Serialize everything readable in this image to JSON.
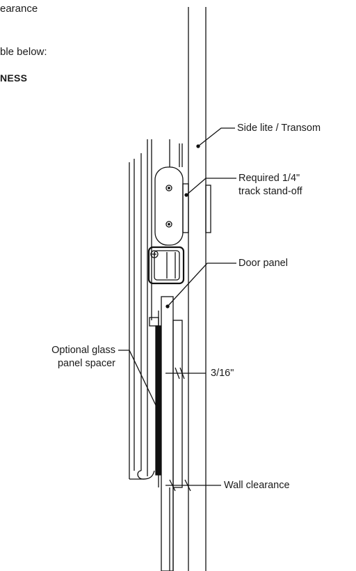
{
  "intro_text": {
    "line1": "earance",
    "line2": "ble below:",
    "line3": "NESS"
  },
  "callouts": {
    "side_lite": "Side lite / Transom",
    "standoff_line1": "Required 1/4\"",
    "standoff_line2": "track stand-off",
    "door_panel": "Door panel",
    "spacer_line1": "Optional glass",
    "spacer_line2": "panel spacer",
    "gap_dimension": "3/16\"",
    "wall_clearance": "Wall clearance"
  }
}
